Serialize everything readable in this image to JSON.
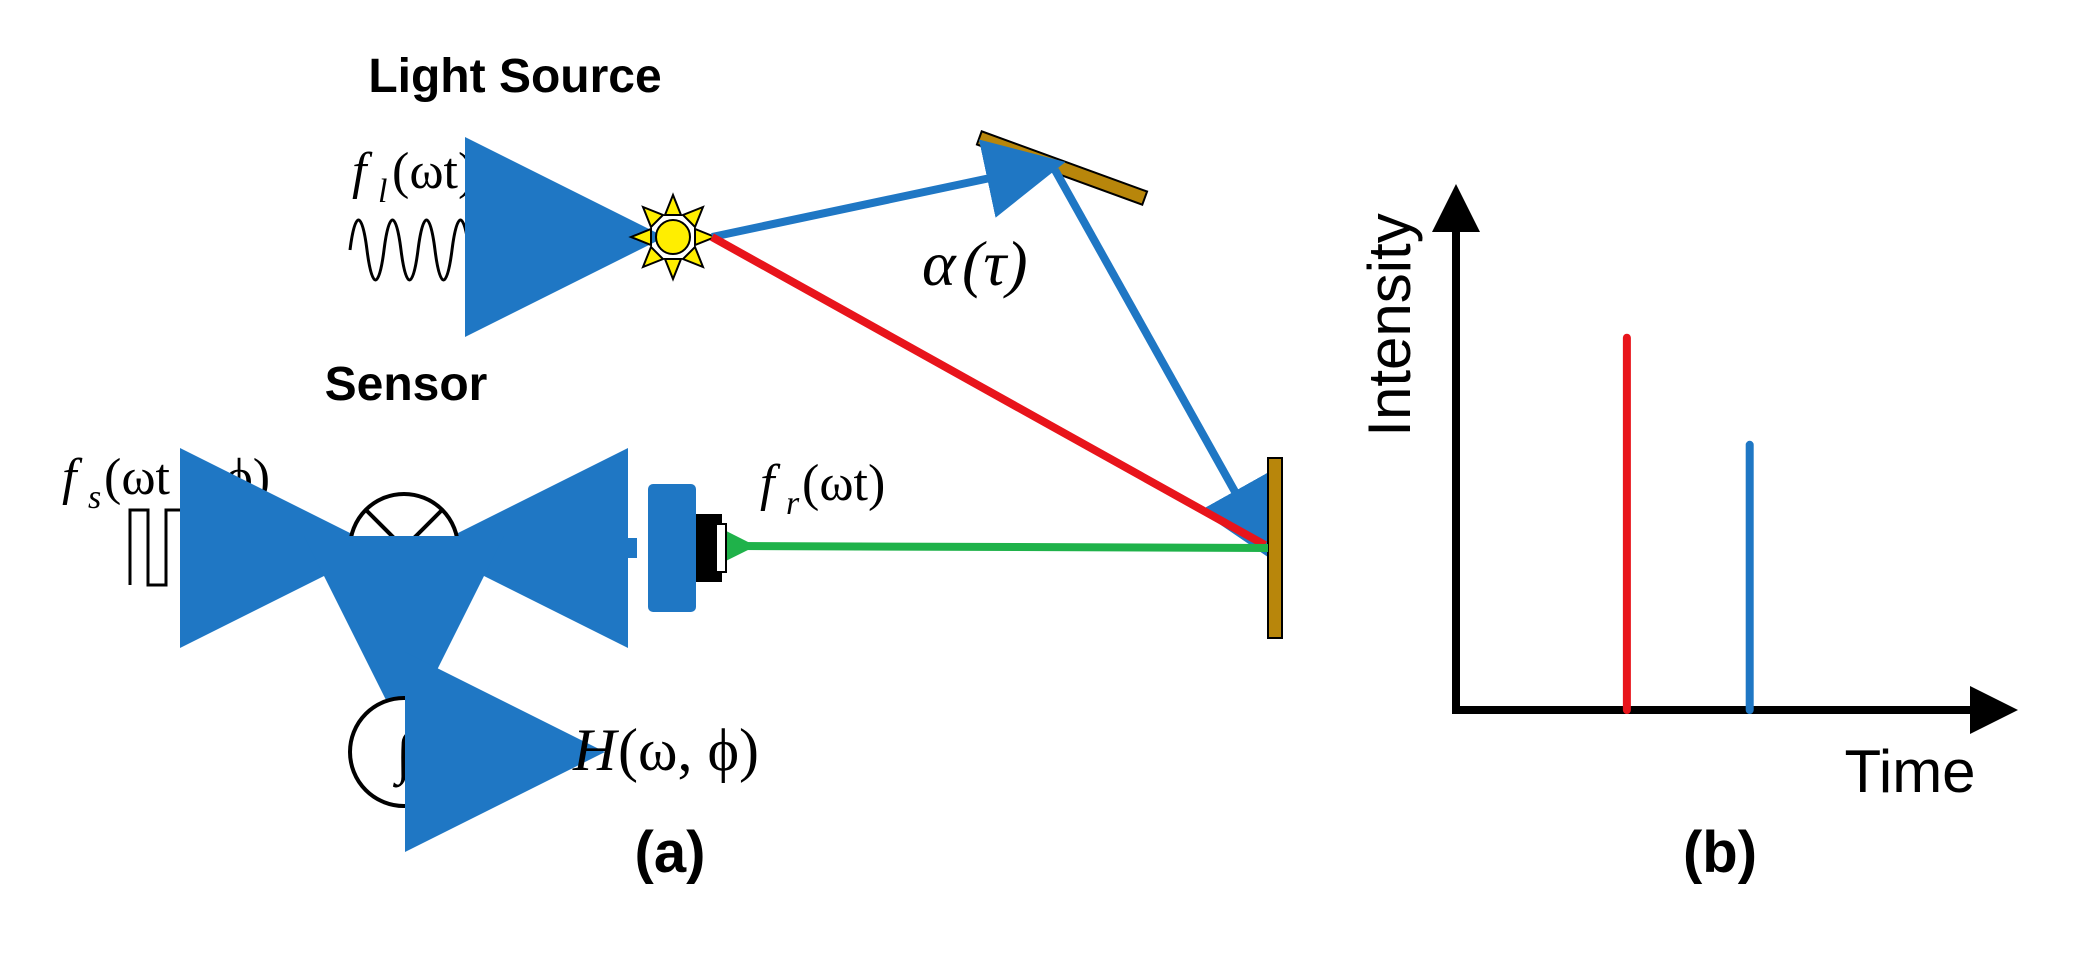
{
  "panel_a": {
    "light_source_label": "Light Source",
    "sensor_label": "Sensor",
    "caption": "(a)",
    "fl": {
      "f": "f",
      "sub": "l",
      "arg": "(ωt)"
    },
    "fs": {
      "f": "f",
      "sub": "s",
      "arg": "(ωt + ϕ)"
    },
    "fr": {
      "f": "f",
      "sub": "r",
      "arg": "(ωt)"
    },
    "alpha": {
      "sym": "α",
      "arg": "(τ)"
    },
    "integral_symbol": "∫",
    "output": {
      "H": "H",
      "arg": "(ω, ϕ)"
    }
  },
  "panel_b": {
    "caption": "(b)",
    "ylabel": "Intensity",
    "xlabel": "Time"
  },
  "colors": {
    "blue": "#1f77c4",
    "red": "#e8141b",
    "green": "#1fb24a",
    "mirror": "#b8860b",
    "sun": "#ffee00",
    "black": "#000000"
  },
  "chart_data": {
    "type": "bar",
    "title": "",
    "xlabel": "Time",
    "ylabel": "Intensity",
    "series": [
      {
        "color": "#e8141b",
        "x": 0.32,
        "value": 0.73
      },
      {
        "color": "#1f77c4",
        "x": 0.55,
        "value": 0.52
      }
    ]
  }
}
